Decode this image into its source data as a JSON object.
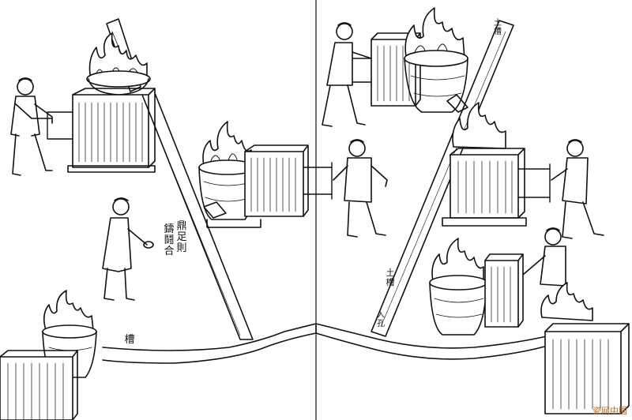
{
  "illustration": {
    "captions": {
      "left_annotation_col1": "鼎足則",
      "left_annotation_col2": "鑄鬪合",
      "left_trough_label": "槽",
      "right_top_label": "土槽",
      "right_mid_label": "土槽",
      "right_bottom_label": "入孔"
    },
    "watermark": "瓷网中国"
  },
  "colors": {
    "ink": "#111111",
    "paper": "#ffffff",
    "watermark": "#c46a1a"
  }
}
